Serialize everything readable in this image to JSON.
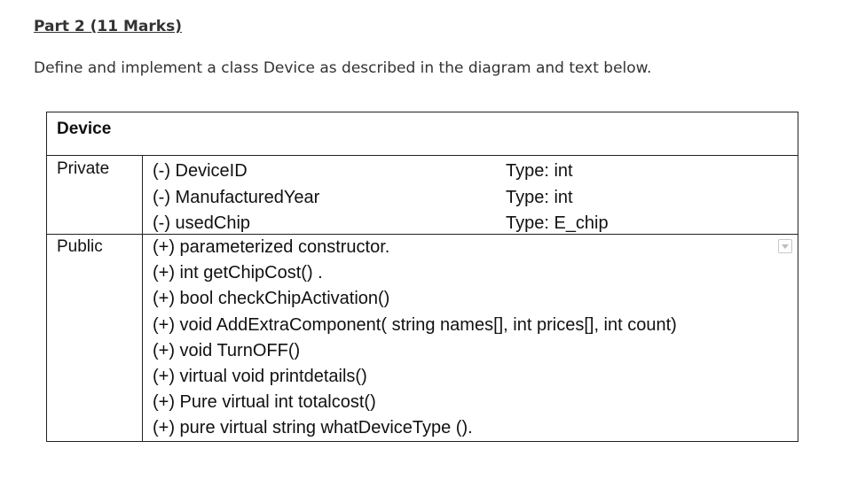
{
  "document": {
    "heading": "Part 2 (11 Marks)",
    "intro": "Define and implement a class Device as described in the diagram and text below."
  },
  "uml": {
    "class_name": "Device",
    "private_label": "Private",
    "public_label": "Public",
    "private_members": [
      {
        "name": "(-) DeviceID",
        "type": "Type: int"
      },
      {
        "name": "(-) ManufacturedYear",
        "type": "Type: int"
      },
      {
        "name": "(-) usedChip",
        "type": "Type: E_chip"
      }
    ],
    "public_methods": [
      "(+) parameterized constructor.",
      "(+) int getChipCost() .",
      "(+) bool checkChipActivation()",
      "(+) void AddExtraComponent( string names[], int prices[], int count)",
      "(+) void TurnOFF()",
      "(+) virtual void printdetails()",
      "(+) Pure virtual int totalcost()",
      "(+) pure virtual string whatDeviceType ()."
    ]
  }
}
